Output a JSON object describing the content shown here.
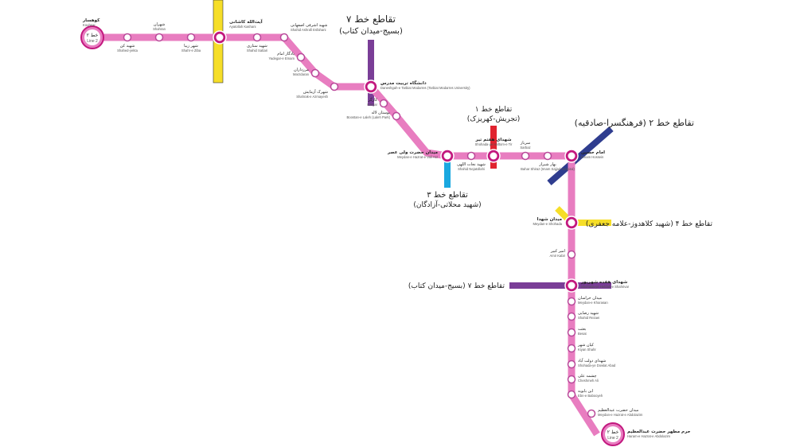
{
  "colors": {
    "line2": "#e87dc0",
    "line1": "#e0232f",
    "line3": "#1aa8e0",
    "line4": "#f6de28",
    "line6": "#2f3d8f",
    "line7": "#7a3e97",
    "interchange_ring": "#c2187e"
  },
  "map": {
    "terminal_west": {
      "fa": "خط ۲",
      "en": "Line 2"
    },
    "terminal_south": {
      "fa": "خط ۲",
      "en": "Line 2"
    },
    "stations": [
      {
        "id": "kolahdouz",
        "fa": "کوهسار",
        "en": "Kouhsar",
        "terminal": true
      },
      {
        "id": "shahedyekta",
        "fa": "شهید کن",
        "en": "Shahed-yekta"
      },
      {
        "id": "shahran",
        "fa": "شهران",
        "en": "Shahran"
      },
      {
        "id": "shahreziba",
        "fa": "شهر زیبا",
        "en": "Shahr-e Ziba"
      },
      {
        "id": "kashani",
        "fa": "آیت‌الله کاشانی",
        "en": "Ayatollah Kashani",
        "interchange": true
      },
      {
        "id": "sattari",
        "fa": "شهید ستاری",
        "en": "Shahid Sattari"
      },
      {
        "id": "ashrafi",
        "fa": "شهید اشرفی اصفهانی",
        "en": "Shahid Ashrafi Esfahani"
      },
      {
        "id": "yadegar",
        "fa": "یادگار امام",
        "en": "Yadegar-e Emam"
      },
      {
        "id": "marzdaran",
        "fa": "مرزداران",
        "en": "Marzdaran"
      },
      {
        "id": "azmayesh",
        "fa": "شهرک آزمایش",
        "en": "Shahrak-e Azmayesh"
      },
      {
        "id": "modares",
        "fa": "دانشگاه تربیت مدرس",
        "en": "Daneshgah-e Tarbiat Modarres (Tarbiat Modarres University)",
        "interchange": true
      },
      {
        "id": "kargar",
        "fa": "کارگر",
        "en": "Kargar"
      },
      {
        "id": "laleh",
        "fa": "بوستان لاله",
        "en": "Boostan-e Laleh (Laleh Park)"
      },
      {
        "id": "valiasr",
        "fa": "میدان حضرت ولی عصر",
        "en": "Meydan-e Hazrat-e Vali Asr",
        "interchange": true
      },
      {
        "id": "nejatollahi",
        "fa": "شهید نجات اللهی",
        "en": "Shahid Nejatollahi"
      },
      {
        "id": "haftetir",
        "fa": "شهدای هفتم تیر",
        "en": "Shohada-ye Haftom-e Tir",
        "interchange": true
      },
      {
        "id": "sarbaz",
        "fa": "سرباز",
        "en": "Sarbaz"
      },
      {
        "id": "baharshiraz",
        "fa": "بهار شیراز",
        "en": "Bahar Shiraz (Imam Sajjad Hospital)"
      },
      {
        "id": "emamhossein",
        "fa": "امام حسین",
        "en": "Emam Hossein",
        "interchange": true
      },
      {
        "id": "shohada",
        "fa": "میدان شهدا",
        "en": "Meydan-e Shohada",
        "interchange": true
      },
      {
        "id": "amirkabir",
        "fa": "امیر کبیر",
        "en": "Amir Kabir"
      },
      {
        "id": "shahrivar",
        "fa": "شهدای هفده شهریور",
        "en": "Shohada-ye Hefdah-e Shahrivar",
        "interchange": true
      },
      {
        "id": "khorasan",
        "fa": "میدان خراسان",
        "en": "Meydan-e Khorasan"
      },
      {
        "id": "rezaei",
        "fa": "شهید رضایی",
        "en": "Shahid Rezaei"
      },
      {
        "id": "besat",
        "fa": "بعثت",
        "en": "Besat"
      },
      {
        "id": "kiyanshahr",
        "fa": "کیان شهر",
        "en": "Kiyan Shahr"
      },
      {
        "id": "dowlatabad",
        "fa": "شهدای دولت آباد",
        "en": "Shohada-ye Dowlat Abad"
      },
      {
        "id": "cheshmeh",
        "fa": "چشمه علی",
        "en": "Cheshmeh Ali"
      },
      {
        "id": "ebnebabooyeh",
        "fa": "ابن بابویه",
        "en": "Ebn-e Babooyeh"
      },
      {
        "id": "abdolazim",
        "fa": "میدان حضرت عبدالعظیم",
        "en": "Meydan-e Hazrat-e Abdolazim"
      },
      {
        "id": "haram",
        "fa": "حرم مطهر حضرت عبدالعظیم",
        "en": "Haram-e Hazrat-e Abdolazim",
        "terminal": true
      }
    ],
    "interchange_labels": {
      "line7_north": {
        "fa": "تقاطع خط ۷",
        "sub": "(بسیج-میدان کتاب)"
      },
      "line1": {
        "fa": "تقاطع خط ۱",
        "sub": "(تجریش-کهریزک)"
      },
      "line6": {
        "fa": "تقاطع خط ۲ (فرهنگسرا-صادقیه)"
      },
      "line3": {
        "fa": "تقاطع خط ۳",
        "sub": "(شهید محلاتی-آزادگان)"
      },
      "line4": {
        "fa": "تقاطع خط ۴ (شهید کلاهدوز-علامه جعفری)"
      },
      "line7_south": {
        "fa": "تقاطع خط ۷ (بسیج-میدان کتاب)"
      }
    }
  }
}
